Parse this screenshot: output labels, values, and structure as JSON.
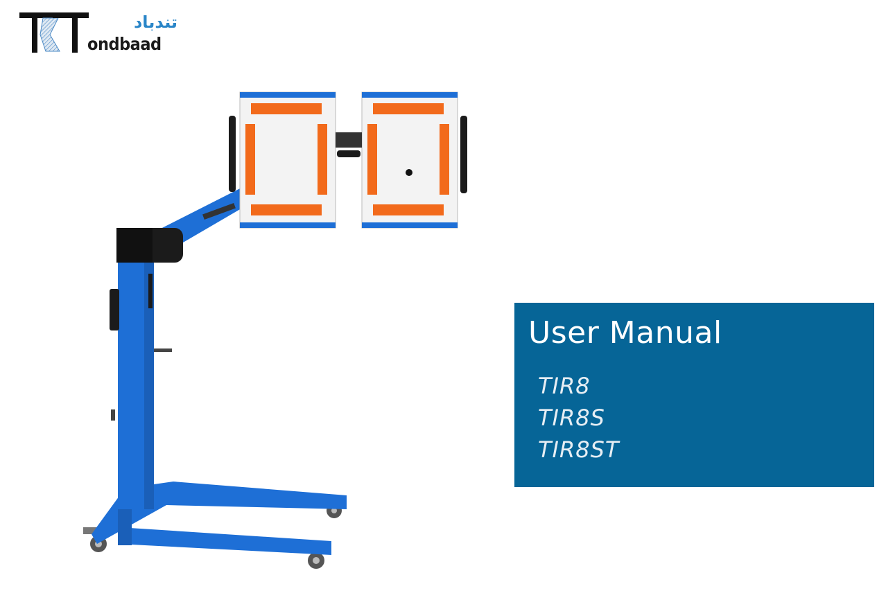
{
  "logo": {
    "arabic_text": "تندباد",
    "latin_text": "ondbaad"
  },
  "cover": {
    "title": "User Manual",
    "models": [
      "TIR8",
      "TIR8S",
      "TIR8ST"
    ]
  },
  "colors": {
    "cover_box": "#066597",
    "product_blue": "#1e6fd6",
    "lamp_orange": "#f26a1b",
    "logo_blue": "#2a86c8"
  }
}
